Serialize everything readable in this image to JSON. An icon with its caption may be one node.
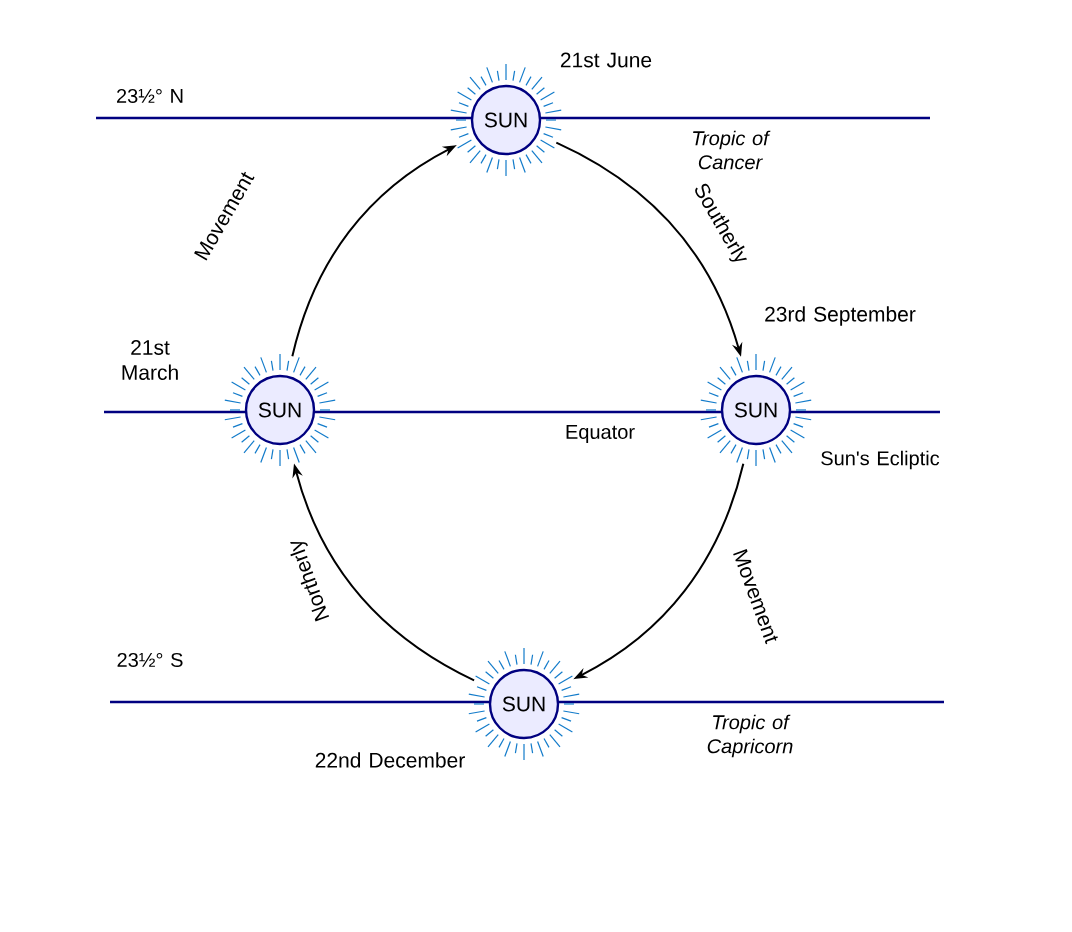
{
  "diagram": {
    "nodes": [
      {
        "text": [
          "SUN"
        ],
        "beside": [
          "21st June"
        ]
      },
      {
        "text": [
          "SUN"
        ],
        "beside": [
          "21st March"
        ]
      },
      {
        "text": [
          "SUN"
        ],
        "beside": [
          "23rd September"
        ]
      },
      {
        "text": [
          "SUN"
        ],
        "beside": [
          "22nd December"
        ]
      }
    ],
    "edges": [
      {
        "from": 1,
        "to": 0,
        "arrow": "to",
        "label": "Movement"
      },
      {
        "from": 0,
        "to": 2,
        "arrow": "to",
        "label": "Southerly"
      },
      {
        "from": 2,
        "to": 3,
        "arrow": "to",
        "label": "Movement"
      },
      {
        "from": 3,
        "to": 1,
        "arrow": "to",
        "label": "Northerly"
      }
    ],
    "labels": [
      "23½° N",
      "Tropic of Cancer",
      "Equator",
      "Sun's Ecliptic",
      "23½° S",
      "Tropic of Capricorn"
    ]
  }
}
